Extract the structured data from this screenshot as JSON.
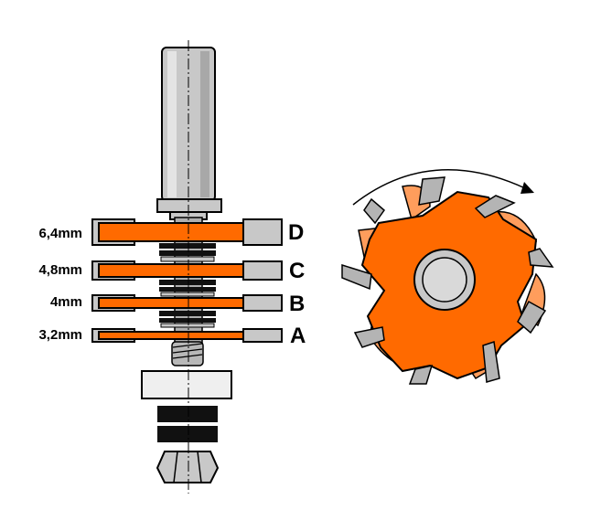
{
  "colors": {
    "orange": "#ff6a00",
    "orange_light": "#ff9d5c",
    "steel": "#c8c8c8",
    "steel_dark": "#9a9a9a",
    "black": "#000000"
  },
  "blades": [
    {
      "thickness": "6,4mm",
      "letter": "D"
    },
    {
      "thickness": "4,8mm",
      "letter": "C"
    },
    {
      "thickness": "4mm",
      "letter": "B"
    },
    {
      "thickness": "3,2mm",
      "letter": "A"
    }
  ],
  "icons": {
    "rotation_arrow": "curved-arrow-icon"
  }
}
